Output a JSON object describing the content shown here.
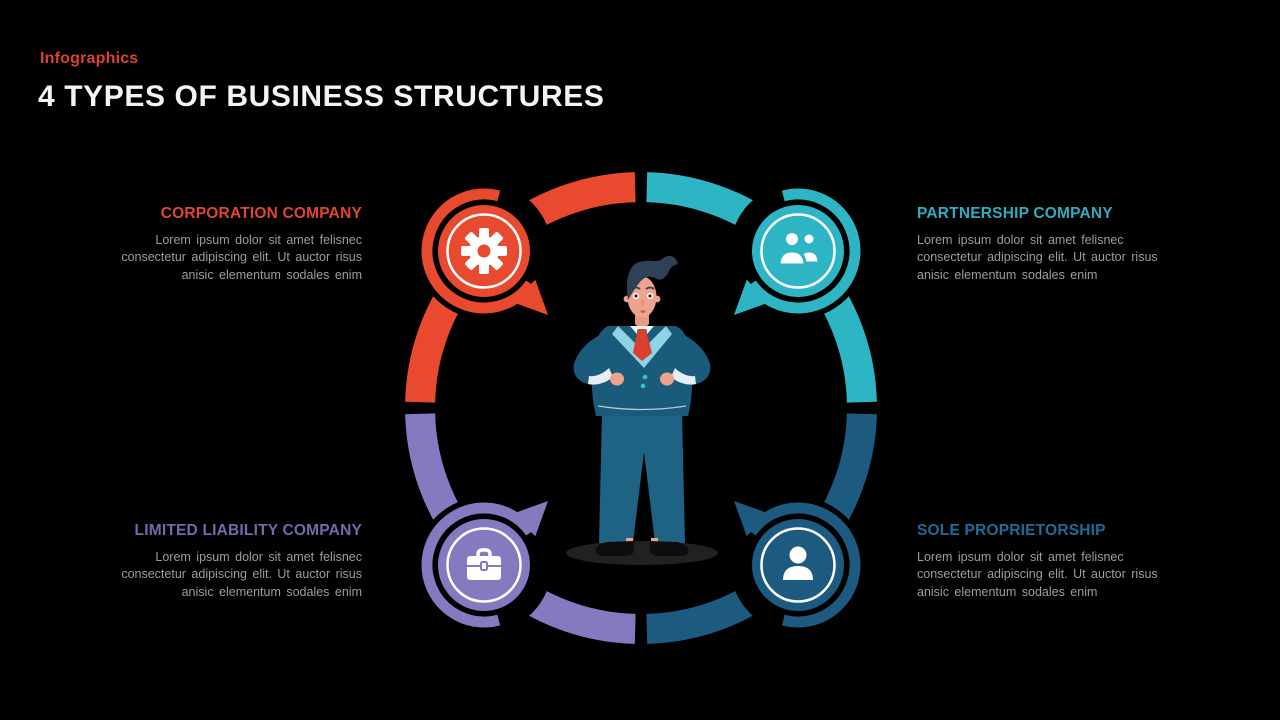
{
  "slide": {
    "eyebrow": "Infographics",
    "title": "4 TYPES OF BUSINESS STRUCTURES",
    "background_color": "#000000",
    "title_color": "#f4f4f4",
    "eyebrow_color": "#d9442c",
    "body_text_color": "#9d9d9d"
  },
  "items": [
    {
      "id": "corporation",
      "label": "CORPORATION COMPANY",
      "body": "Lorem ipsum dolor sit amet felisnec consectetur adipiscing elit. Ut auctor risus anisic elementum sodales enim",
      "accent": "#e8492f",
      "heading_color": "#e3462e",
      "icon": "gear-icon",
      "position": "top-left"
    },
    {
      "id": "partnership",
      "label": "PARTNERSHIP COMPANY",
      "body": "Lorem ipsum dolor sit amet felisnec consectetur adipiscing elit. Ut auctor risus anisic elementum sodales enim",
      "accent": "#2db5c3",
      "heading_color": "#2fadc0",
      "icon": "partnership-people-icon",
      "position": "top-right"
    },
    {
      "id": "limited-liability",
      "label": "LIMITED LIABILITY COMPANY",
      "body": "Lorem ipsum dolor sit amet felisnec consectetur adipiscing elit. Ut auctor risus anisic elementum sodales enim",
      "accent": "#8679bf",
      "heading_color": "#7767ab",
      "icon": "briefcase-icon",
      "position": "bottom-left"
    },
    {
      "id": "sole-proprietorship",
      "label": "SOLE PROPRIETORSHIP",
      "body": "Lorem ipsum dolor sit amet felisnec consectetur adipiscing elit. Ut auctor risus anisic elementum sodales enim",
      "accent": "#1d5a80",
      "heading_color": "#1f6b99",
      "icon": "person-icon",
      "position": "bottom-right"
    }
  ],
  "center_figure": {
    "name": "businessman-illustration",
    "suit_color": "#1a5a7b",
    "tie_color": "#d9402e",
    "skin_color": "#efa28c"
  }
}
